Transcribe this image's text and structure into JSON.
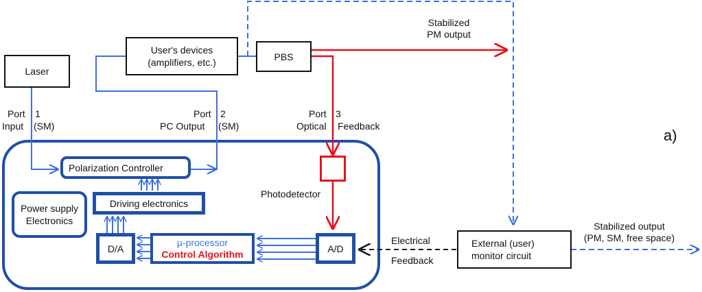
{
  "diagram": {
    "panel_label": "a)",
    "blocks": {
      "laser": "Laser",
      "users_devices_line1": "User's devices",
      "users_devices_line2": "(amplifiers, etc.)",
      "pbs": "PBS",
      "polarization_controller": "Polarization Controller",
      "driving_electronics": "Driving electronics",
      "power_supply_line1": "Power supply",
      "power_supply_line2": "Electronics",
      "da": "D/A",
      "ad": "A/D",
      "microprocessor": "µ-processor",
      "control_algorithm": "Control Algorithm",
      "external_monitor_line1": "External (user)",
      "external_monitor_line2": "monitor circuit"
    },
    "labels": {
      "port1_a": "Port",
      "port1_b": "1",
      "port1_c": "Input",
      "port1_d": "(SM)",
      "port2_a": "Port",
      "port2_b": "2",
      "port2_c": "PC Output",
      "port2_d": "(SM)",
      "port3_a": "Port",
      "port3_b": "3",
      "port3_c": "Optical",
      "port3_d": "Feedback",
      "photodetector": "Photodetector",
      "stabilized_pm_line1": "Stabilized",
      "stabilized_pm_line2": "PM output",
      "electrical_feedback_line1": "Electrical",
      "electrical_feedback_line2": "Feedback",
      "stabilized_output_line1": "Stabilized output",
      "stabilized_output_line2": "(PM, SM, free space)"
    },
    "colors": {
      "fiber_blue": "#3a6fe0",
      "module_blue": "#1f4fa8",
      "optical_red": "#e8101c",
      "ink": "#111111",
      "mu_processor_text": "#3a7ad8",
      "control_algorithm_text": "#e8101c"
    }
  }
}
